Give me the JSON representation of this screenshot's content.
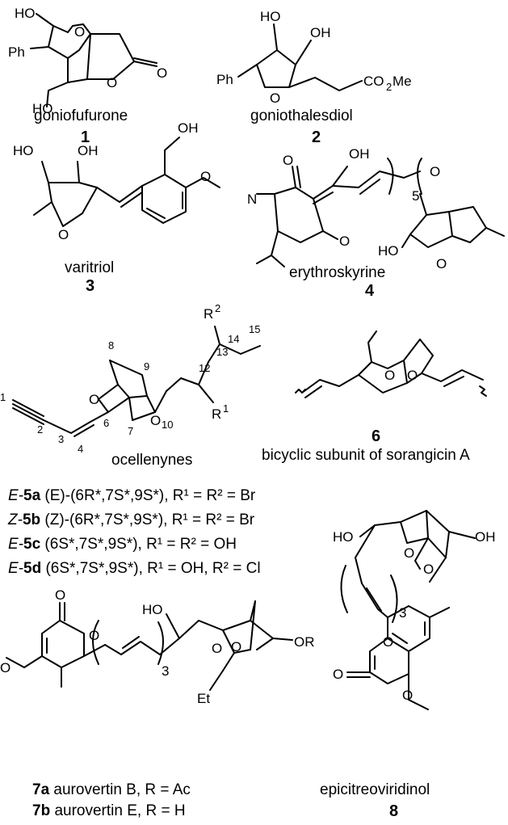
{
  "compounds": [
    {
      "name": "goniofufurone",
      "number": "1"
    },
    {
      "name": "goniothalesdiol",
      "number": "2"
    },
    {
      "name": "varitriol",
      "number": "3"
    },
    {
      "name": "erythroskyrine",
      "number": "4"
    },
    {
      "name": "ocellenynes",
      "number": ""
    },
    {
      "name": "bicyclic subunit of sorangicin A",
      "number": "6"
    },
    {
      "name": "epicitreoviridinol",
      "number": "8"
    }
  ],
  "ocellenyne_rows": [
    {
      "isomer": "E-",
      "cmpd": "5a",
      "config": " (E)-(6R*,7S*,9S*), R¹ = R² = Br"
    },
    {
      "isomer": "Z-",
      "cmpd": "5b",
      "config": " (Z)-(6R*,7S*,9S*), R¹ = R² = Br"
    },
    {
      "isomer": "E-",
      "cmpd": "5c",
      "config": " (6S*,7S*,9S*), R¹ = R² = OH"
    },
    {
      "isomer": "E-",
      "cmpd": "5d",
      "config": " (6S*,7S*,9S*), R¹ = OH, R² = Cl"
    }
  ],
  "aurovertin_rows": [
    {
      "cmpd": "7a",
      "text": " aurovertin B, R = Ac"
    },
    {
      "cmpd": "7b",
      "text": " aurovertin E, R = H"
    }
  ]
}
